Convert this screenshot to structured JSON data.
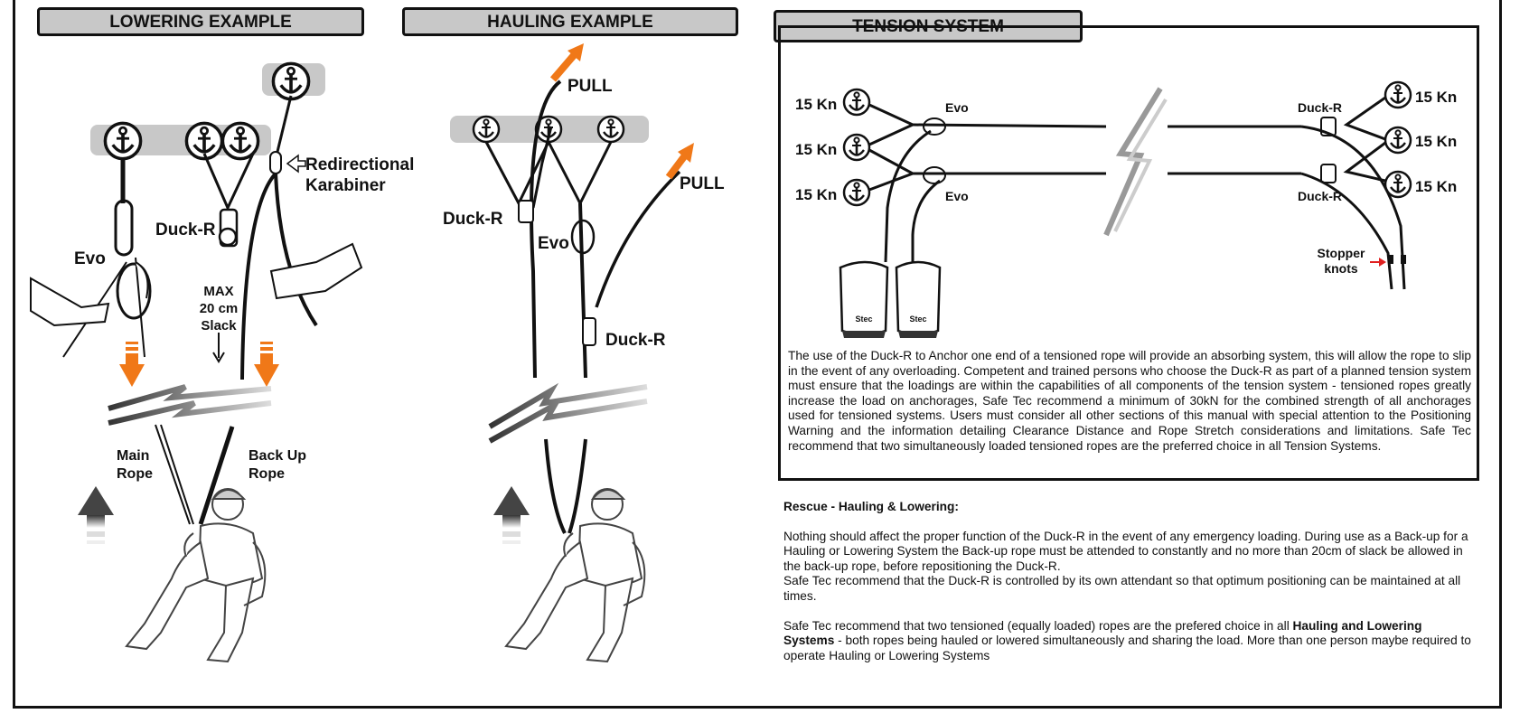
{
  "headers": {
    "lowering": "LOWERING EXAMPLE",
    "hauling": "HAULING EXAMPLE",
    "tension": "TENSION SYSTEM"
  },
  "lowering": {
    "evo": "Evo",
    "duck_r": "Duck-R",
    "redirectional_1": "Redirectional",
    "redirectional_2": "Karabiner",
    "max_1": "MAX",
    "max_2": "20 cm",
    "max_3": "Slack",
    "main_1": "Main",
    "main_2": "Rope",
    "backup_1": "Back Up",
    "backup_2": "Rope"
  },
  "hauling": {
    "pull_top": "PULL",
    "pull_right": "PULL",
    "duck_r_left": "Duck-R",
    "evo": "Evo",
    "duck_r_bottom": "Duck-R"
  },
  "tension": {
    "left_kn": [
      "15 Kn",
      "15 Kn",
      "15 Kn"
    ],
    "right_kn": [
      "15 Kn",
      "15 Kn",
      "15 Kn"
    ],
    "evo_top": "Evo",
    "evo_bottom": "Evo",
    "duck_r_top": "Duck-R",
    "duck_r_bottom": "Duck-R",
    "stopper_1": "Stopper",
    "stopper_2": "knots",
    "bag_label": "Stec",
    "paragraph": "The use of the Duck-R to Anchor one end of a tensioned rope will provide an absorbing system, this will allow the rope to slip in the event of any overloading. Competent and trained persons who choose the Duck-R as part of a planned tension system must ensure that the loadings are within the capabilities of all components of the tension system - tensioned ropes greatly increase the load on anchorages, Safe Tec recommend a minimum of 30kN for the combined strength of all anchorages used for tensioned systems. Users must consider all other sections of this manual with special attention to the Positioning Warning and the information detailing Clearance Distance and Rope Stretch considerations and limitations. Safe Tec recommend that two simultaneously loaded tensioned ropes are the preferred choice in all Tension Systems."
  },
  "rescue": {
    "title": "Rescue - Hauling & Lowering:",
    "p1": "Nothing should affect the proper function of the Duck-R in the event of any emergency loading. During use as a Back-up for a Hauling or Lowering System the Back-up rope must be attended to constantly and no more than 20cm of slack be allowed in the back-up rope, before repositioning the Duck-R.",
    "p2": "Safe Tec recommend that the Duck-R is controlled by its own attendant so that optimum positioning can be maintained at all times.",
    "p3_a": "Safe Tec recommend that two tensioned (equally loaded) ropes are the prefered choice in all ",
    "p3_b": "Hauling and Lowering Systems",
    "p3_c": " - both ropes being hauled or lowered simultaneously and sharing the load. More than one person maybe required to operate Hauling or Lowering Systems"
  },
  "colors": {
    "accent": "#f07818",
    "beam": "#c8c8c8",
    "ink": "#111111",
    "stopper_arrow": "#e02020"
  }
}
